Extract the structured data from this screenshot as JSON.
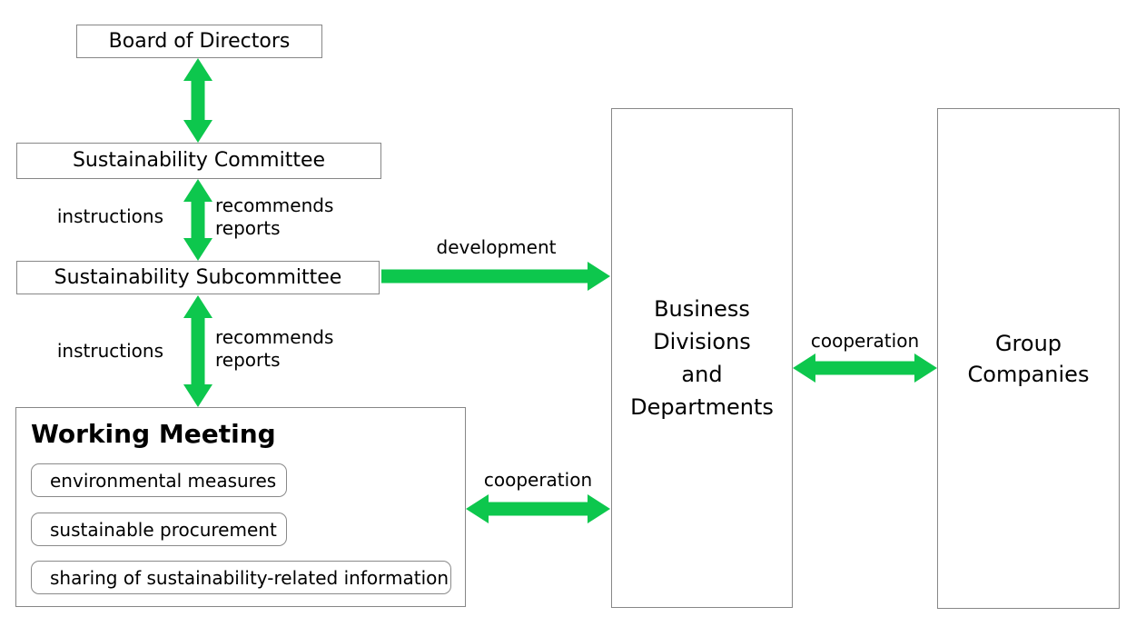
{
  "colors": {
    "green": "#0dc74d",
    "border_gray": "#878787",
    "text": "#000000",
    "background": "#ffffff"
  },
  "boxes": {
    "board": {
      "label": "Board of Directors"
    },
    "committee": {
      "label": "Sustainability Committee"
    },
    "subcommittee": {
      "label": "Sustainability Subcommittee"
    },
    "working": {
      "title": "Working Meeting",
      "items": [
        {
          "label": "environmental measures"
        },
        {
          "label": "sustainable procurement"
        },
        {
          "label": "sharing of sustainability-related information"
        }
      ]
    },
    "business": {
      "label": "Business Divisions and Departments",
      "lines": [
        "Business",
        "Divisions",
        "and",
        "Departments"
      ]
    },
    "group": {
      "label": "Group Companies",
      "lines": [
        "Group",
        "Companies"
      ]
    }
  },
  "edges": {
    "board_committee": {
      "type": "double-vertical-arrow"
    },
    "committee_subcommittee": {
      "type": "double-vertical-arrow",
      "left_label": "instructions",
      "right_label_line1": "recommends",
      "right_label_line2": "reports"
    },
    "subcommittee_working": {
      "type": "double-vertical-arrow",
      "left_label": "instructions",
      "right_label_line1": "recommends",
      "right_label_line2": "reports"
    },
    "subcommittee_business": {
      "type": "single-right-arrow",
      "label": "development"
    },
    "working_business": {
      "type": "double-horizontal-arrow",
      "label": "cooperation"
    },
    "business_group": {
      "type": "double-horizontal-arrow",
      "label": "cooperation"
    }
  }
}
